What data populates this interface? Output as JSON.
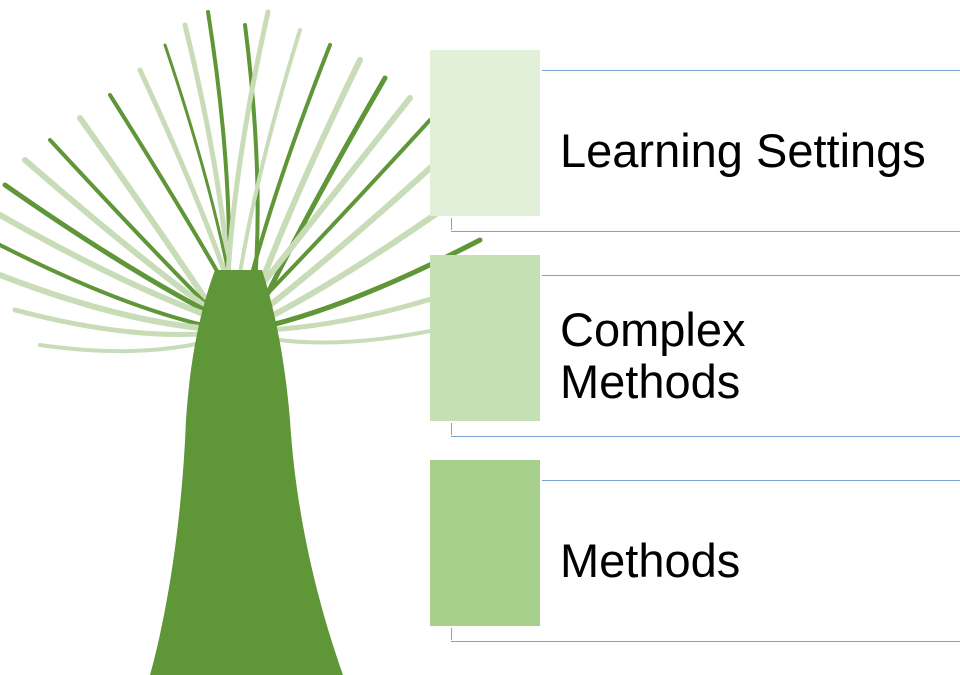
{
  "colors": {
    "trunk": "#5f9638",
    "branch_light": "#c9dcb8",
    "box1": "#e2efd9",
    "box2": "#c5e0b3",
    "box3": "#a8d08d",
    "line": "#7aa3d6"
  },
  "items": [
    {
      "label": "Learning Settings"
    },
    {
      "label": "Complex Methods"
    },
    {
      "label": "Methods"
    }
  ]
}
